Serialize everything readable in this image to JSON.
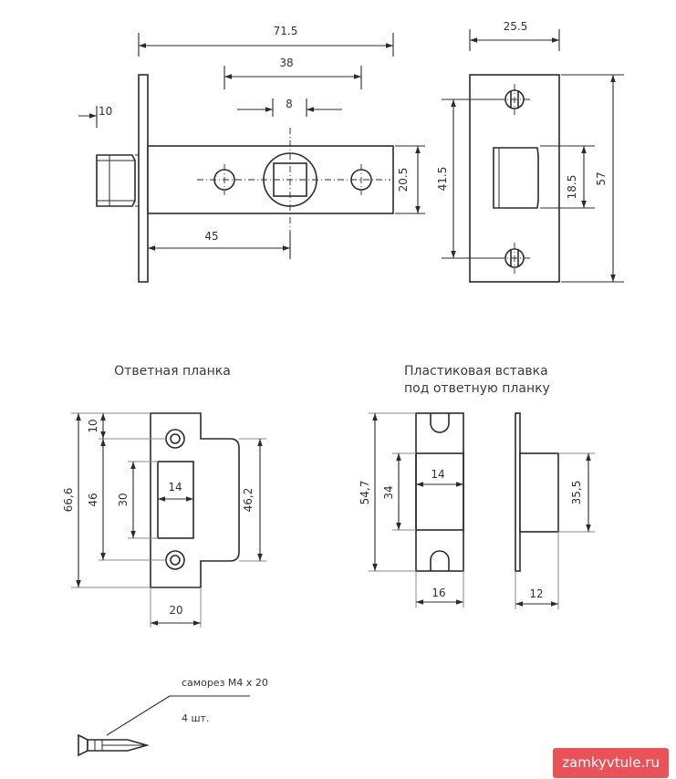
{
  "latch_views": {
    "dims": [
      "71.5",
      "38",
      "8",
      "10",
      "20.5",
      "45",
      "25.5",
      "41.5",
      "18.5",
      "57"
    ]
  },
  "strike_plate": {
    "title": "Ответная планка",
    "dims": [
      "10",
      "66,6",
      "46",
      "30",
      "14",
      "46,2",
      "20"
    ]
  },
  "plastic_insert": {
    "title_line1": "Пластиковая вставка",
    "title_line2": "под ответную планку",
    "dims": [
      "54,7",
      "34",
      "14",
      "16",
      "35,5",
      "12"
    ]
  },
  "screw": {
    "label": "саморез М4 х 20",
    "quantity": "4 шт."
  },
  "watermark": "zamkyvtule.ru"
}
